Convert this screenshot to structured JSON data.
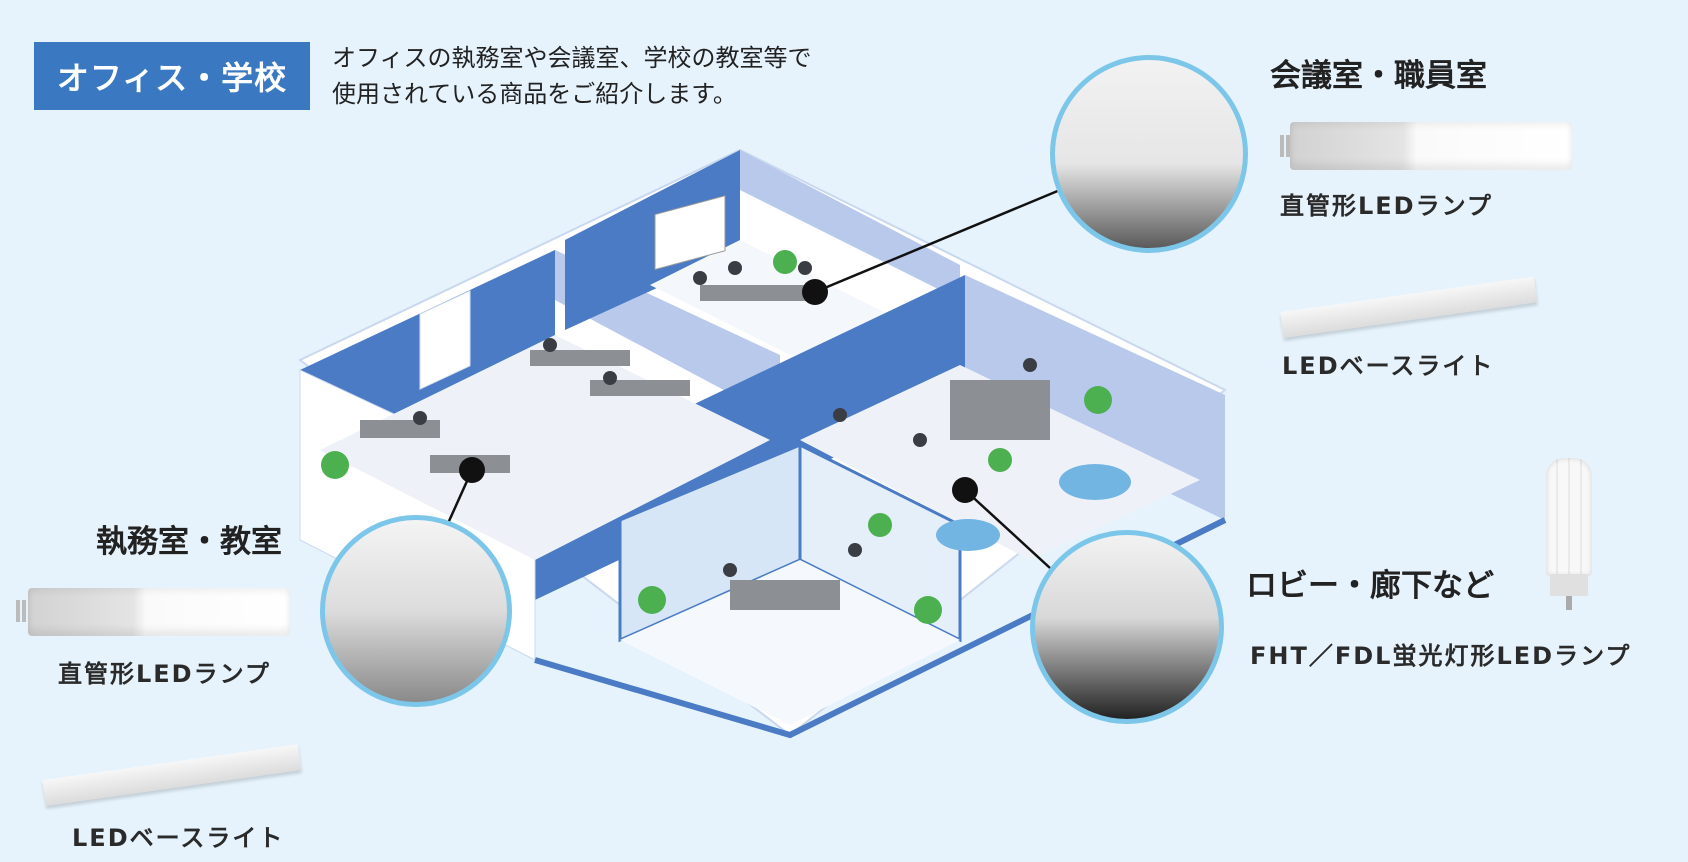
{
  "category": {
    "label": "オフィス・学校"
  },
  "intro": {
    "line1": "オフィスの執務室や会議室、学校の教室等で",
    "line2": "使用されている商品をご紹介します。"
  },
  "sections": [
    {
      "heading": "会議室・職員室",
      "products": [
        "直管形LEDランプ",
        "LEDベースライト"
      ]
    },
    {
      "heading": "執務室・教室",
      "products": [
        "直管形LEDランプ",
        "LEDベースライト"
      ]
    },
    {
      "heading": "ロビー・廊下など",
      "products": [
        "FHT／FDL蛍光灯形LEDランプ"
      ]
    }
  ],
  "colors": {
    "background": "#e6f3fc",
    "badge": "#3a78c2",
    "wall_dark": "#4a7bc4",
    "wall_light": "#b9c9ec",
    "circle_border": "#7cc6ea"
  }
}
